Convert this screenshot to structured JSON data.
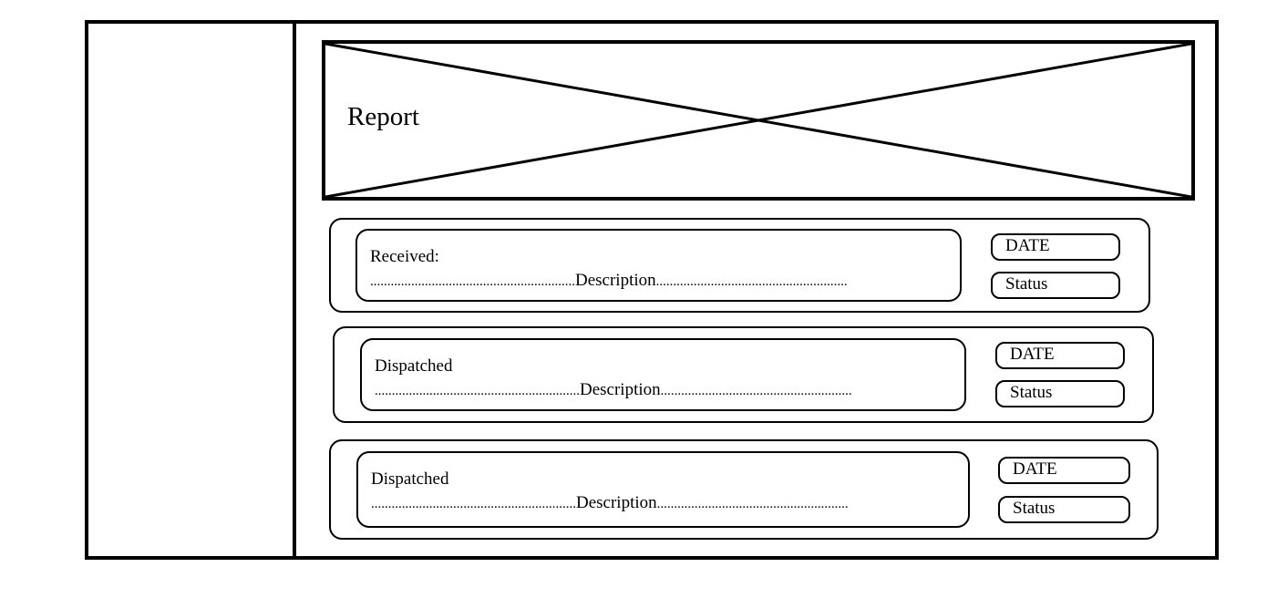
{
  "banner": {
    "title": "Report"
  },
  "cards": [
    {
      "title": "Received:",
      "description": "Description",
      "dots_left": "............................................................",
      "dots_right": "........................................................",
      "date_label": "DATE",
      "status_label": "Status"
    },
    {
      "title": "Dispatched",
      "description": "Description",
      "dots_left": "............................................................",
      "dots_right": "........................................................",
      "date_label": "DATE",
      "status_label": "Status"
    },
    {
      "title": "Dispatched",
      "description": "Description",
      "dots_left": "............................................................",
      "dots_right": "........................................................",
      "date_label": "DATE",
      "status_label": "Status"
    }
  ]
}
